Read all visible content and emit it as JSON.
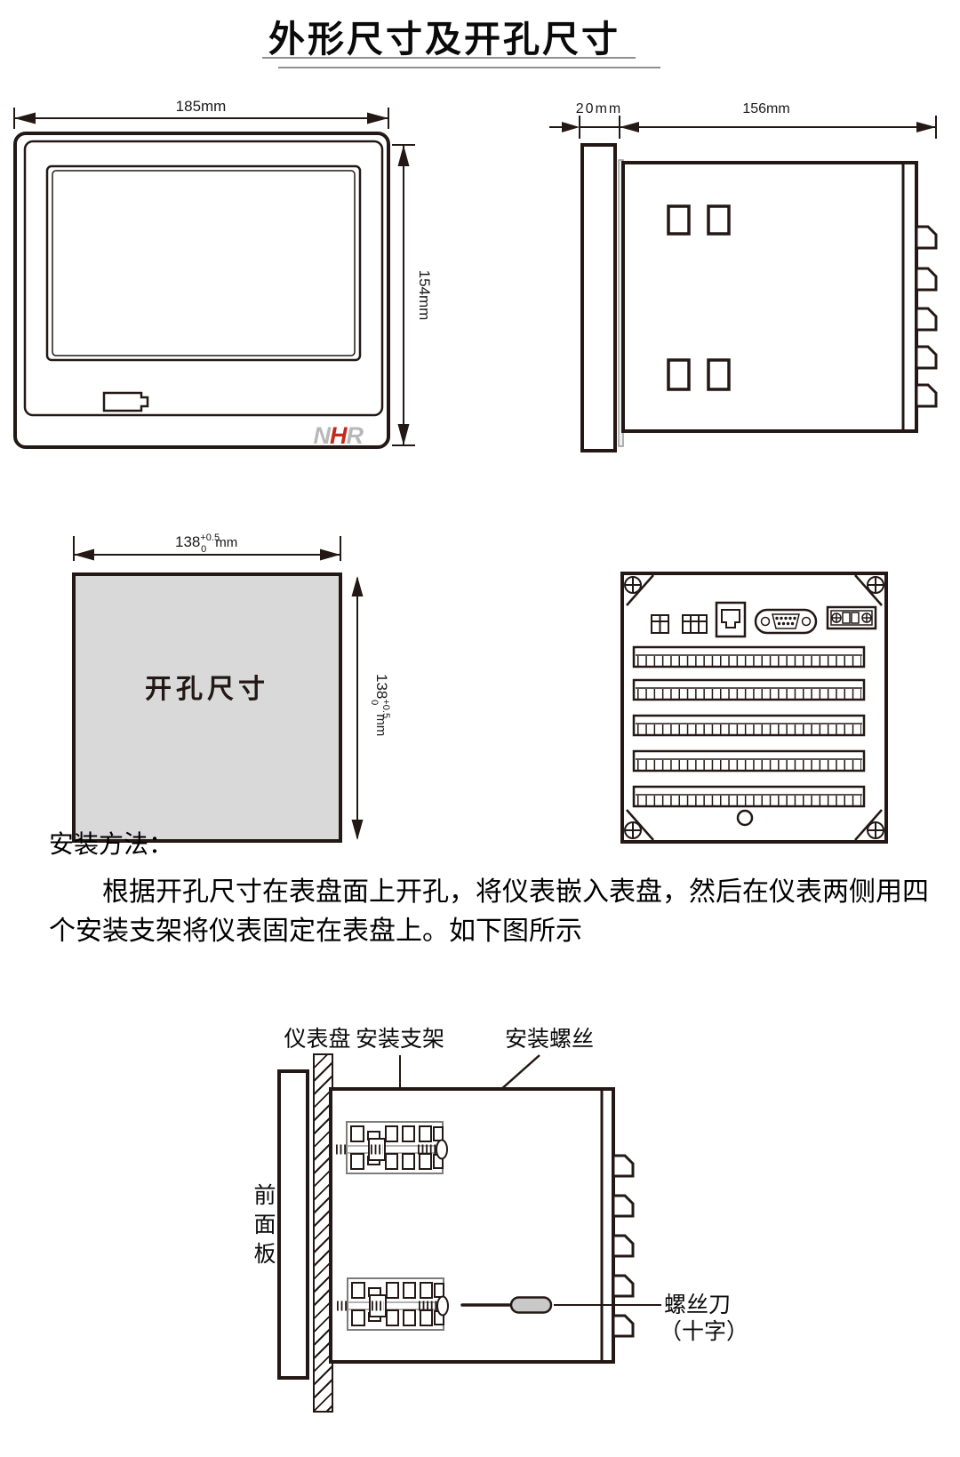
{
  "title": {
    "text": "外形尺寸及开孔尺寸"
  },
  "front_view": {
    "width_label": "185mm",
    "height_label": "154mm",
    "logo": {
      "n": "N",
      "h": "H",
      "r": "R"
    }
  },
  "side_view": {
    "depth_label": "20mm",
    "length_label": "156mm"
  },
  "cutout_view": {
    "panel_label": "开孔尺寸",
    "width_dim": {
      "base": "138",
      "tol_plus": "+0.5",
      "tol_minus": "0",
      "unit": "mm"
    },
    "height_dim": {
      "base": "138",
      "tol_plus": "+0.5",
      "tol_minus": "0",
      "unit": "mm"
    }
  },
  "installation": {
    "heading": "安装方法：",
    "line1": "根据开孔尺寸在表盘面上开孔，将仪表嵌入表盘，然后在仪表两侧用四",
    "line2": "个安装支架将仪表固定在表盘上。如下图所示"
  },
  "install_diagram": {
    "panel_label": "仪表盘",
    "bracket_label": "安装支架",
    "screw_label": "安装螺丝",
    "front_panel_chars": [
      "前",
      "面",
      "板"
    ],
    "screwdriver_label": "螺丝刀",
    "screwdriver_type": "（十字）"
  },
  "colors": {
    "line": "#231815",
    "cutout_fill": "#d9d9d9",
    "logo_gray": "#b8b8b8",
    "logo_red": "#c5291c",
    "handle_gray": "#c9c9c9"
  }
}
